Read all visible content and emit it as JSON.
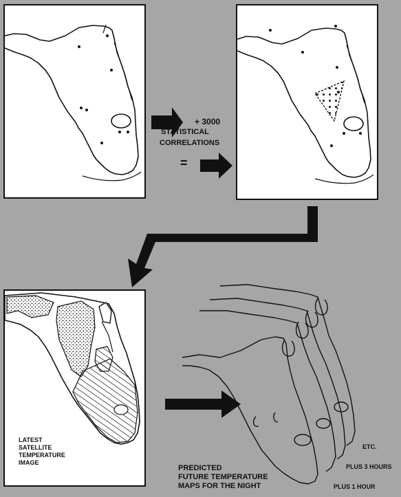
{
  "annotations": {
    "plus_count": "+ 3000",
    "statistical": "STATISTICAL",
    "correlations": "CORRELATIONS",
    "equals": "="
  },
  "satellite_label": {
    "line1": "LATEST",
    "line2": "SATELLITE",
    "line3": "TEMPERATURE",
    "line4": "IMAGE"
  },
  "predicted_label": {
    "line1": "PREDICTED",
    "line2": "FUTURE TEMPERATURE",
    "line3": "MAPS FOR THE NIGHT"
  },
  "stack_labels": {
    "etc": "ETC.",
    "plus3": "PLUS 3 HOURS",
    "plus1": "PLUS 1 HOUR"
  },
  "colors": {
    "background": "#a6a6a6",
    "panel": "#ffffff",
    "ink": "#111111"
  },
  "icons": [
    "right-arrow-icon",
    "bent-arrow-icon",
    "florida-map-outline"
  ]
}
